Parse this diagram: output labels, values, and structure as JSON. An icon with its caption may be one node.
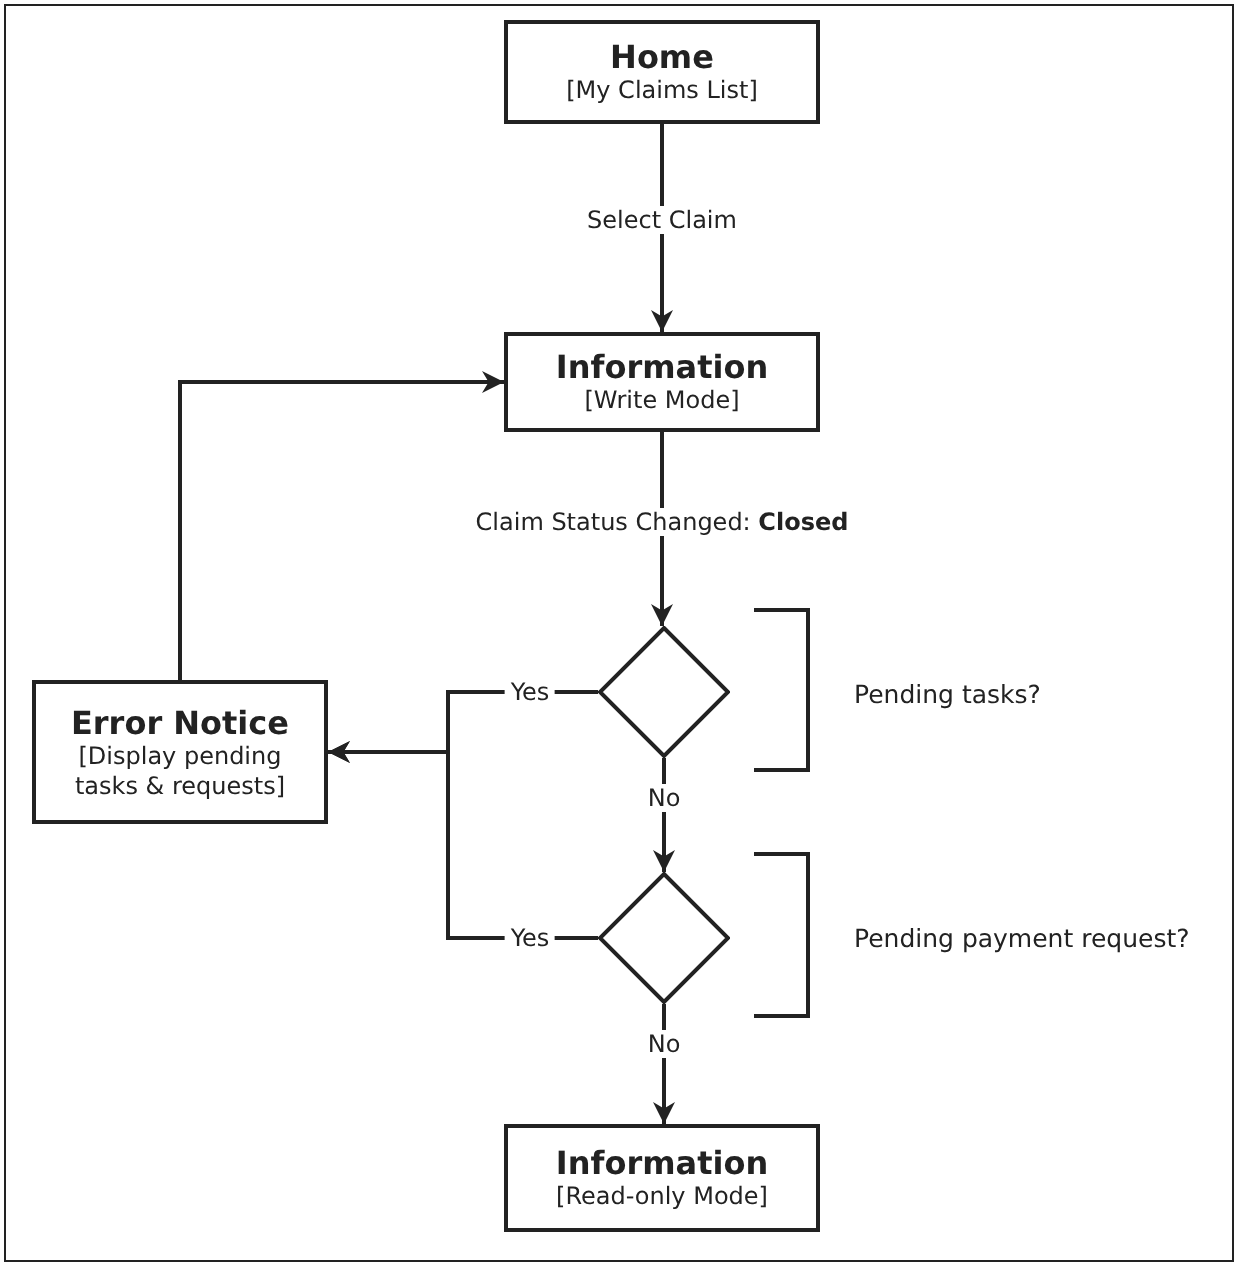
{
  "diagram": {
    "nodes": [
      {
        "text": [
          "Home",
          "[My Claims List]"
        ]
      },
      {
        "text": [
          "Information",
          "[Write Mode]"
        ]
      },
      {
        "text": [],
        "shape": "diamond"
      },
      {
        "text": [],
        "shape": "diamond"
      },
      {
        "text": [
          "Error Notice",
          "[Display pending tasks & requests]"
        ]
      },
      {
        "text": [
          "Information",
          "[Read-only Mode]"
        ]
      }
    ],
    "edges": [
      {
        "from": 0,
        "to": 1,
        "arrow": "to",
        "label": "Select Claim"
      },
      {
        "from": 1,
        "to": 2,
        "arrow": "to",
        "label": "Claim Status Changed: **Closed**"
      },
      {
        "from": 2,
        "to": 3,
        "arrow": "to",
        "label": "No"
      },
      {
        "from": 2,
        "to": 4,
        "arrow": "to",
        "label": "Yes"
      },
      {
        "from": 3,
        "to": 4,
        "arrow": "to",
        "label": "Yes"
      },
      {
        "from": 3,
        "to": 5,
        "arrow": "to",
        "label": "No"
      },
      {
        "from": 4,
        "to": 1,
        "arrow": "to"
      }
    ],
    "labels": [
      "Pending tasks?",
      "Pending payment request?"
    ]
  }
}
